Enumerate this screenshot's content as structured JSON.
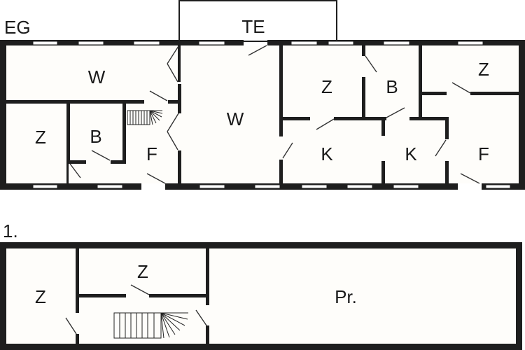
{
  "floors": [
    {
      "label": "EG",
      "rooms": [
        {
          "id": "w1",
          "label": "W"
        },
        {
          "id": "te",
          "label": "TE"
        },
        {
          "id": "w2",
          "label": "W"
        },
        {
          "id": "z1",
          "label": "Z"
        },
        {
          "id": "b1",
          "label": "B"
        },
        {
          "id": "f1",
          "label": "F"
        },
        {
          "id": "z2",
          "label": "Z"
        },
        {
          "id": "b2",
          "label": "B"
        },
        {
          "id": "z3",
          "label": "Z"
        },
        {
          "id": "k1",
          "label": "K"
        },
        {
          "id": "k2",
          "label": "K"
        },
        {
          "id": "f2",
          "label": "F"
        }
      ]
    },
    {
      "label": "1.",
      "rooms": [
        {
          "id": "z4",
          "label": "Z"
        },
        {
          "id": "z5",
          "label": "Z"
        },
        {
          "id": "pr",
          "label": "Pr."
        }
      ]
    }
  ],
  "colors": {
    "wall": "#1e1e1e",
    "room_fill": "#fefdfa",
    "background": "#ffffff"
  }
}
